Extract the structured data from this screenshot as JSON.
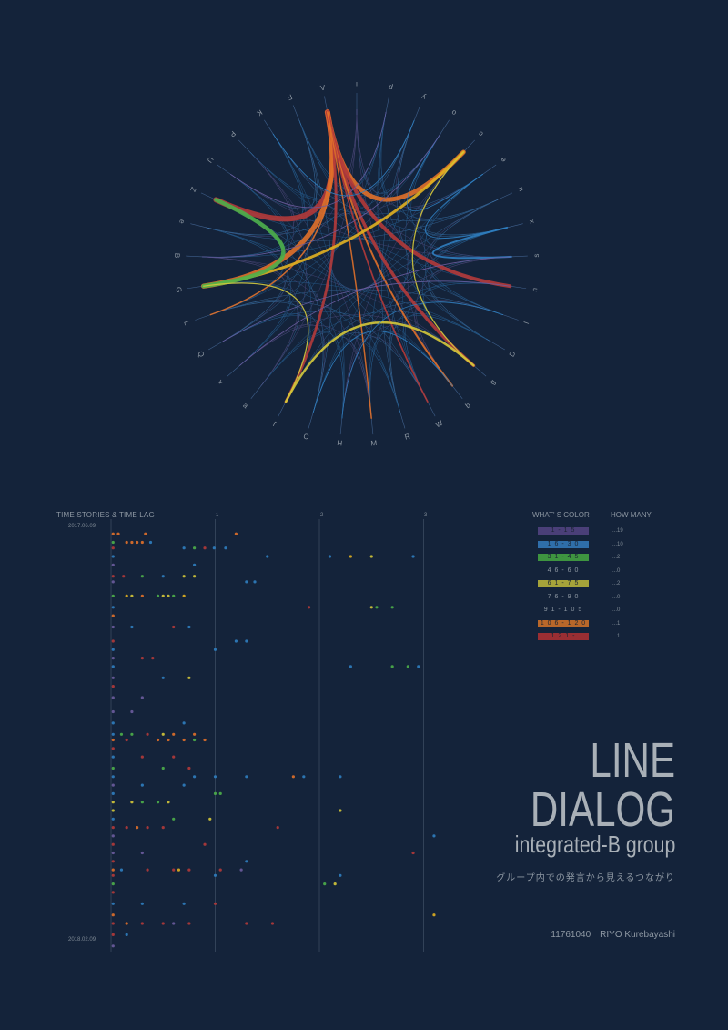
{
  "chart_data": [
    {
      "type": "chord",
      "nodes": [
        "i",
        "p",
        "y",
        "o",
        "c",
        "e",
        "u",
        "x",
        "s",
        "n",
        "l",
        "D",
        "g",
        "b",
        "W",
        "R",
        "M",
        "H",
        "C",
        "f",
        "a",
        "v",
        "Q",
        "L",
        "G",
        "B",
        "e",
        "Z",
        "U",
        "P",
        "K",
        "F",
        "A"
      ],
      "links": [
        {
          "source": "A",
          "target": "Z",
          "value": 121,
          "color": "#b33a3a"
        },
        {
          "source": "A",
          "target": "G",
          "value": 110,
          "color": "#e0702a"
        },
        {
          "source": "A",
          "target": "c",
          "value": 100,
          "color": "#e0702a"
        },
        {
          "source": "A",
          "target": "n",
          "value": 80,
          "color": "#b33a3a"
        },
        {
          "source": "A",
          "target": "g",
          "value": 70,
          "color": "#b33a3a"
        },
        {
          "source": "A",
          "target": "f",
          "value": 60,
          "color": "#b33a3a"
        },
        {
          "source": "A",
          "target": "b",
          "value": 40,
          "color": "#e0702a"
        },
        {
          "source": "A",
          "target": "W",
          "value": 35,
          "color": "#b33a3a"
        },
        {
          "source": "A",
          "target": "M",
          "value": 30,
          "color": "#e0702a"
        },
        {
          "source": "A",
          "target": "L",
          "value": 30,
          "color": "#e0702a"
        },
        {
          "source": "G",
          "target": "c",
          "value": 60,
          "color": "#e0b020"
        },
        {
          "source": "G",
          "target": "Z",
          "value": 90,
          "color": "#4daf4a"
        },
        {
          "source": "f",
          "target": "g",
          "value": 50,
          "color": "#d4c83a"
        },
        {
          "source": "f",
          "target": "G",
          "value": 25,
          "color": "#d4c83a"
        },
        {
          "source": "g",
          "target": "c",
          "value": 25,
          "color": "#d4c83a"
        },
        {
          "source": "x",
          "target": "s",
          "value": 40,
          "color": "#2f7ec0"
        },
        {
          "source": "x",
          "target": "e",
          "value": 20,
          "color": "#2f7ec0"
        },
        {
          "source": "e",
          "target": "o",
          "value": 15,
          "color": "#2f7ec0"
        },
        {
          "source": "C",
          "target": "b",
          "value": 15,
          "color": "#2f7ec0"
        },
        {
          "source": "Q",
          "target": "n",
          "value": 12,
          "color": "#6b5c9e"
        },
        {
          "source": "v",
          "target": "s",
          "value": 12,
          "color": "#6b5c9e"
        },
        {
          "source": "H",
          "target": "l",
          "value": 10,
          "color": "#2f7ec0"
        },
        {
          "source": "B",
          "target": "o",
          "value": 10,
          "color": "#6b5c9e"
        },
        {
          "source": "U",
          "target": "p",
          "value": 8,
          "color": "#6b5c9e"
        },
        {
          "source": "K",
          "target": "y",
          "value": 8,
          "color": "#2f7ec0"
        }
      ]
    },
    {
      "type": "scatter",
      "title": "TIME STORIES & TIME LAG",
      "y_start": "2017.06.09",
      "y_end": "2018.02.09",
      "x_ticks": [
        "1",
        "2",
        "3"
      ],
      "xlim": [
        0,
        3.2
      ],
      "rows": 150,
      "points": [
        [
          2,
          0.02,
          "#e0702a"
        ],
        [
          2,
          0.07,
          "#e0702a"
        ],
        [
          2,
          0.33,
          "#e0702a"
        ],
        [
          2,
          1.2,
          "#e0702a"
        ],
        [
          5,
          0.02,
          "#4daf4a"
        ],
        [
          5,
          0.15,
          "#e0702a"
        ],
        [
          5,
          0.2,
          "#e0702a"
        ],
        [
          5,
          0.25,
          "#e0702a"
        ],
        [
          5,
          0.3,
          "#e0702a"
        ],
        [
          5,
          0.38,
          "#2f7ec0"
        ],
        [
          7,
          0.02,
          "#b33a3a"
        ],
        [
          7,
          0.7,
          "#2f7ec0"
        ],
        [
          7,
          0.8,
          "#4daf4a"
        ],
        [
          7,
          0.9,
          "#b33a3a"
        ],
        [
          7,
          0.99,
          "#2f7ec0"
        ],
        [
          7,
          1.1,
          "#2f7ec0"
        ],
        [
          10,
          0.02,
          "#2f7ec0"
        ],
        [
          10,
          1.5,
          "#2f7ec0"
        ],
        [
          10,
          2.1,
          "#2f7ec0"
        ],
        [
          10,
          2.3,
          "#e0b020"
        ],
        [
          10,
          2.5,
          "#d4c83a"
        ],
        [
          10,
          2.9,
          "#2f7ec0"
        ],
        [
          13,
          0.02,
          "#6b5c9e"
        ],
        [
          13,
          0.8,
          "#2f7ec0"
        ],
        [
          17,
          0.02,
          "#b33a3a"
        ],
        [
          17,
          0.12,
          "#b33a3a"
        ],
        [
          17,
          0.3,
          "#4daf4a"
        ],
        [
          17,
          0.5,
          "#2f7ec0"
        ],
        [
          17,
          0.7,
          "#d4c83a"
        ],
        [
          17,
          0.8,
          "#d4c83a"
        ],
        [
          19,
          0.02,
          "#6b5c9e"
        ],
        [
          19,
          1.3,
          "#2f7ec0"
        ],
        [
          19,
          1.38,
          "#2f7ec0"
        ],
        [
          24,
          0.02,
          "#4daf4a"
        ],
        [
          24,
          0.15,
          "#e0b020"
        ],
        [
          24,
          0.2,
          "#d4c83a"
        ],
        [
          24,
          0.3,
          "#e0702a"
        ],
        [
          24,
          0.45,
          "#4daf4a"
        ],
        [
          24,
          0.5,
          "#d4c83a"
        ],
        [
          24,
          0.55,
          "#d4c83a"
        ],
        [
          24,
          0.6,
          "#4daf4a"
        ],
        [
          24,
          0.7,
          "#e0b020"
        ],
        [
          28,
          0.02,
          "#2f7ec0"
        ],
        [
          28,
          1.9,
          "#b33a3a"
        ],
        [
          28,
          2.5,
          "#d4c83a"
        ],
        [
          28,
          2.55,
          "#4daf4a"
        ],
        [
          28,
          2.7,
          "#4daf4a"
        ],
        [
          31,
          0.02,
          "#e0702a"
        ],
        [
          35,
          0.02,
          "#6b5c9e"
        ],
        [
          35,
          0.2,
          "#2f7ec0"
        ],
        [
          35,
          0.6,
          "#b33a3a"
        ],
        [
          35,
          0.75,
          "#2f7ec0"
        ],
        [
          40,
          0.02,
          "#b33a3a"
        ],
        [
          40,
          1.2,
          "#2f7ec0"
        ],
        [
          40,
          1.3,
          "#2f7ec0"
        ],
        [
          43,
          0.02,
          "#2f7ec0"
        ],
        [
          43,
          1.0,
          "#2f7ec0"
        ],
        [
          46,
          0.02,
          "#6b5c9e"
        ],
        [
          46,
          0.3,
          "#b33a3a"
        ],
        [
          46,
          0.4,
          "#b33a3a"
        ],
        [
          49,
          0.02,
          "#2f7ec0"
        ],
        [
          49,
          2.3,
          "#2f7ec0"
        ],
        [
          49,
          2.7,
          "#4daf4a"
        ],
        [
          49,
          2.85,
          "#4daf4a"
        ],
        [
          49,
          2.95,
          "#2f7ec0"
        ],
        [
          53,
          0.02,
          "#6b5c9e"
        ],
        [
          53,
          0.5,
          "#2f7ec0"
        ],
        [
          53,
          0.75,
          "#d4c83a"
        ],
        [
          56,
          0.02,
          "#b33a3a"
        ],
        [
          60,
          0.02,
          "#6b5c9e"
        ],
        [
          60,
          0.3,
          "#6b5c9e"
        ],
        [
          65,
          0.02,
          "#6b5c9e"
        ],
        [
          65,
          0.2,
          "#6b5c9e"
        ],
        [
          69,
          0.02,
          "#2f7ec0"
        ],
        [
          69,
          0.7,
          "#2f7ec0"
        ],
        [
          73,
          0.02,
          "#2f7ec0"
        ],
        [
          73,
          0.1,
          "#4daf4a"
        ],
        [
          73,
          0.2,
          "#4daf4a"
        ],
        [
          73,
          0.35,
          "#b33a3a"
        ],
        [
          73,
          0.5,
          "#d4c83a"
        ],
        [
          73,
          0.6,
          "#e0702a"
        ],
        [
          73,
          0.8,
          "#e0702a"
        ],
        [
          75,
          0.02,
          "#e0702a"
        ],
        [
          75,
          0.15,
          "#b33a3a"
        ],
        [
          75,
          0.45,
          "#e0702a"
        ],
        [
          75,
          0.55,
          "#e0702a"
        ],
        [
          75,
          0.7,
          "#e0702a"
        ],
        [
          75,
          0.8,
          "#4daf4a"
        ],
        [
          75,
          0.9,
          "#e0702a"
        ],
        [
          78,
          0.02,
          "#b33a3a"
        ],
        [
          81,
          0.02,
          "#2f7ec0"
        ],
        [
          81,
          0.3,
          "#b33a3a"
        ],
        [
          81,
          0.6,
          "#b33a3a"
        ],
        [
          85,
          0.02,
          "#4daf4a"
        ],
        [
          85,
          0.5,
          "#4daf4a"
        ],
        [
          85,
          0.75,
          "#b33a3a"
        ],
        [
          88,
          0.02,
          "#2f7ec0"
        ],
        [
          88,
          0.8,
          "#2f7ec0"
        ],
        [
          88,
          1.0,
          "#2f7ec0"
        ],
        [
          88,
          1.3,
          "#2f7ec0"
        ],
        [
          88,
          1.75,
          "#e0702a"
        ],
        [
          88,
          1.85,
          "#2f7ec0"
        ],
        [
          88,
          2.2,
          "#2f7ec0"
        ],
        [
          91,
          0.02,
          "#6b5c9e"
        ],
        [
          91,
          0.3,
          "#2f7ec0"
        ],
        [
          91,
          0.7,
          "#2f7ec0"
        ],
        [
          94,
          0.02,
          "#2f7ec0"
        ],
        [
          94,
          1.0,
          "#4daf4a"
        ],
        [
          94,
          1.05,
          "#4daf4a"
        ],
        [
          97,
          0.02,
          "#d4c83a"
        ],
        [
          97,
          0.2,
          "#d4c83a"
        ],
        [
          97,
          0.3,
          "#4daf4a"
        ],
        [
          97,
          0.45,
          "#4daf4a"
        ],
        [
          97,
          0.55,
          "#d4c83a"
        ],
        [
          100,
          0.02,
          "#d4c83a"
        ],
        [
          100,
          2.2,
          "#d4c83a"
        ],
        [
          103,
          0.02,
          "#2f7ec0"
        ],
        [
          103,
          0.6,
          "#4daf4a"
        ],
        [
          103,
          0.95,
          "#d4c83a"
        ],
        [
          106,
          0.02,
          "#b33a3a"
        ],
        [
          106,
          0.15,
          "#b33a3a"
        ],
        [
          106,
          0.25,
          "#e0702a"
        ],
        [
          106,
          0.35,
          "#b33a3a"
        ],
        [
          106,
          0.5,
          "#b33a3a"
        ],
        [
          106,
          1.6,
          "#b33a3a"
        ],
        [
          109,
          0.02,
          "#6b5c9e"
        ],
        [
          109,
          3.1,
          "#2f7ec0"
        ],
        [
          112,
          0.02,
          "#b33a3a"
        ],
        [
          112,
          0.9,
          "#b33a3a"
        ],
        [
          115,
          0.02,
          "#6b5c9e"
        ],
        [
          115,
          0.3,
          "#6b5c9e"
        ],
        [
          115,
          2.9,
          "#b33a3a"
        ],
        [
          118,
          0.02,
          "#b33a3a"
        ],
        [
          118,
          1.3,
          "#2f7ec0"
        ],
        [
          121,
          0.02,
          "#e0702a"
        ],
        [
          121,
          0.1,
          "#2f7ec0"
        ],
        [
          121,
          0.35,
          "#b33a3a"
        ],
        [
          121,
          0.6,
          "#b33a3a"
        ],
        [
          121,
          0.65,
          "#e0b020"
        ],
        [
          121,
          0.75,
          "#b33a3a"
        ],
        [
          121,
          1.05,
          "#b33a3a"
        ],
        [
          121,
          1.25,
          "#6b5c9e"
        ],
        [
          123,
          0.02,
          "#b33a3a"
        ],
        [
          123,
          1.0,
          "#2f7ec0"
        ],
        [
          123,
          2.2,
          "#2f7ec0"
        ],
        [
          126,
          0.02,
          "#4daf4a"
        ],
        [
          126,
          2.05,
          "#4daf4a"
        ],
        [
          126,
          2.15,
          "#d4c83a"
        ],
        [
          129,
          0.02,
          "#b33a3a"
        ],
        [
          133,
          0.02,
          "#2f7ec0"
        ],
        [
          133,
          0.3,
          "#2f7ec0"
        ],
        [
          133,
          0.7,
          "#2f7ec0"
        ],
        [
          133,
          1.0,
          "#b33a3a"
        ],
        [
          137,
          0.02,
          "#e0702a"
        ],
        [
          137,
          3.1,
          "#e0b020"
        ],
        [
          140,
          0.02,
          "#b33a3a"
        ],
        [
          140,
          0.15,
          "#e0702a"
        ],
        [
          140,
          0.3,
          "#b33a3a"
        ],
        [
          140,
          0.5,
          "#b33a3a"
        ],
        [
          140,
          0.6,
          "#6b5c9e"
        ],
        [
          140,
          0.75,
          "#b33a3a"
        ],
        [
          140,
          1.3,
          "#b33a3a"
        ],
        [
          140,
          1.55,
          "#b33a3a"
        ],
        [
          144,
          0.02,
          "#b33a3a"
        ],
        [
          144,
          0.15,
          "#2f7ec0"
        ],
        [
          148,
          0.02,
          "#6b5c9e"
        ]
      ]
    }
  ],
  "timeline": {
    "title": "TIME STORIES & TIME LAG",
    "date_start": "2017.06.09",
    "date_end": "2018.02.09",
    "ticks": [
      "1",
      "2",
      "3"
    ]
  },
  "legend": {
    "color_header": "WHAT' S COLOR",
    "count_header": "HOW MANY",
    "items": [
      {
        "range": "1-15",
        "count": "...19",
        "color": "#4a3f78"
      },
      {
        "range": "16-30",
        "count": "...10",
        "color": "#2f6eaa"
      },
      {
        "range": "31-45",
        "count": "...2",
        "color": "#3e9440"
      },
      {
        "range": "46-60",
        "count": "...0",
        "color": ""
      },
      {
        "range": "61-75",
        "count": "...2",
        "color": "#a5a33a"
      },
      {
        "range": "76-90",
        "count": "...0",
        "color": ""
      },
      {
        "range": "91-105",
        "count": "...0",
        "color": ""
      },
      {
        "range": "106-120",
        "count": "...1",
        "color": "#b8672a"
      },
      {
        "range": "121-",
        "count": "...1",
        "color": "#9a2e33"
      }
    ]
  },
  "title": {
    "line1": "LINE",
    "line2": "DIALOG",
    "subtitle": "integrated-B group",
    "japanese": "グループ内での発言から見えるつながり",
    "author": "11761040　RIYO Kurebayashi"
  }
}
